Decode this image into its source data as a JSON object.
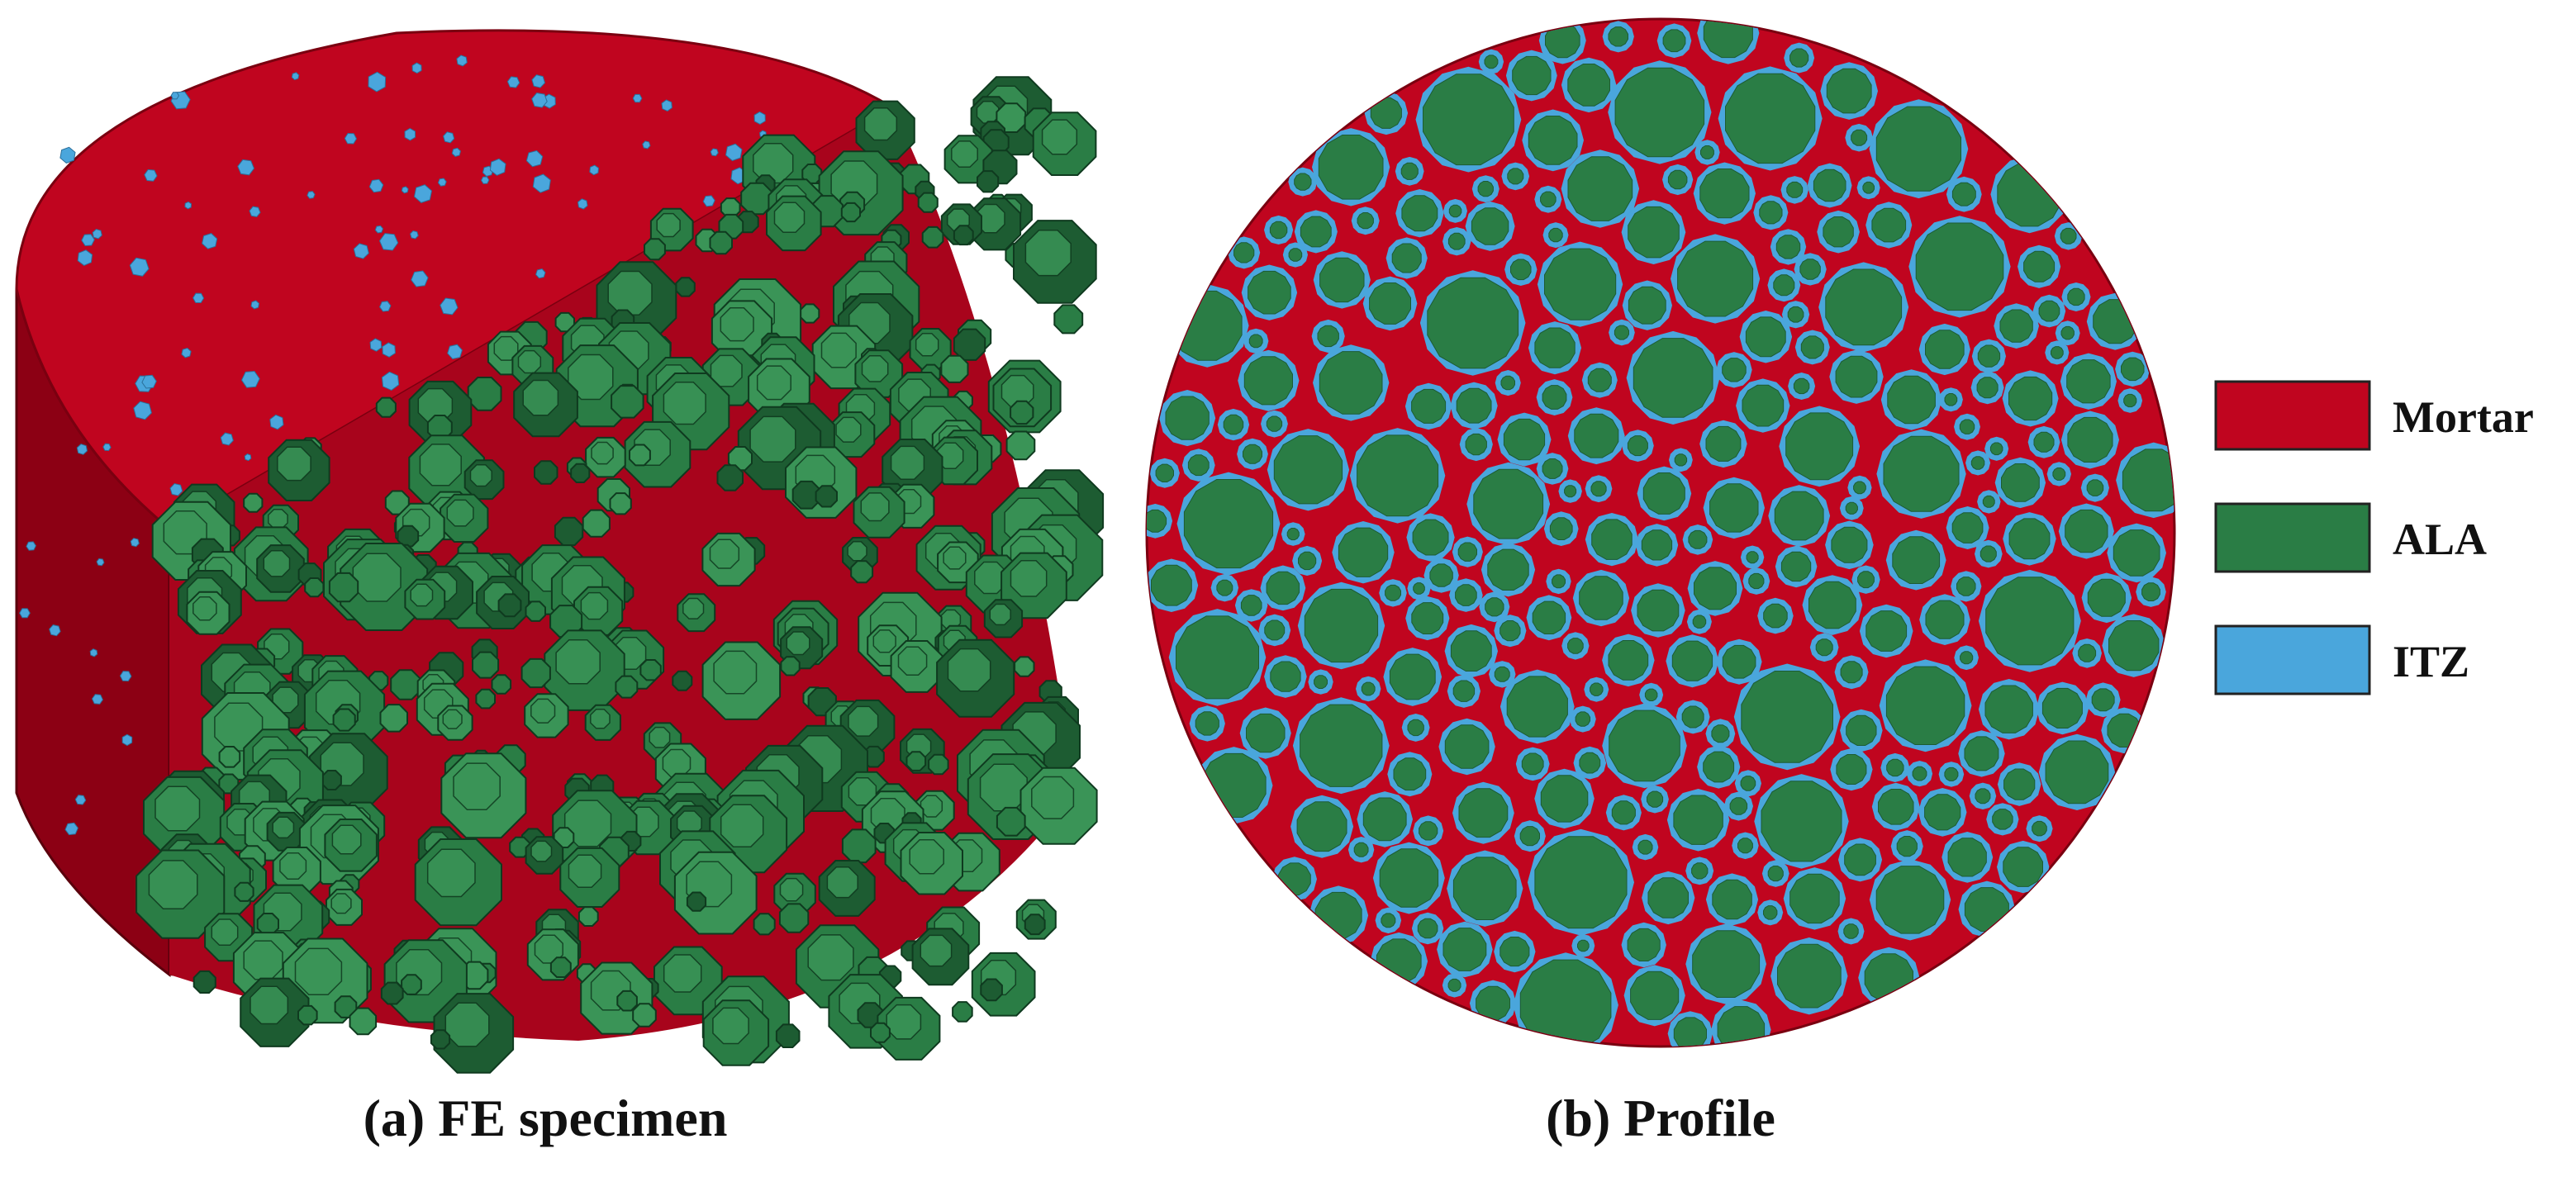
{
  "panels": {
    "a": {
      "caption": "(a) FE specimen"
    },
    "b": {
      "caption": "(b) Profile"
    }
  },
  "legend": {
    "items": [
      {
        "label": "Mortar",
        "color": "#c0051f"
      },
      {
        "label": "ALA",
        "color": "#2a7d45"
      },
      {
        "label": "ITZ",
        "color": "#4aa6dc"
      }
    ]
  },
  "colors": {
    "mortar": "#c0051f",
    "mortar_dark": "#9b0318",
    "mortar_side": "#8c0014",
    "aggregate": "#2a7d45",
    "aggregate_dark": "#1d5c32",
    "aggregate_light": "#3a9457",
    "itz": "#4aa6dc"
  }
}
